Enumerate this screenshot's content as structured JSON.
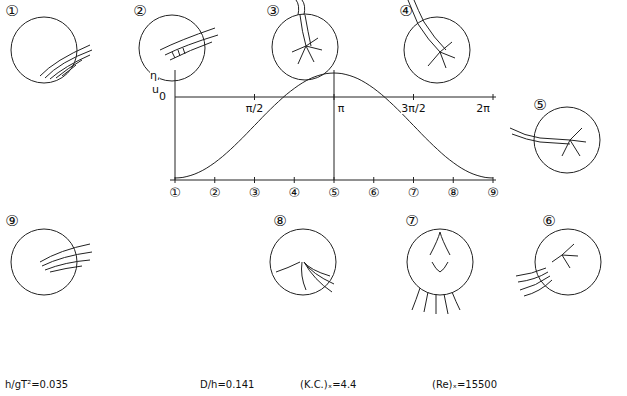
{
  "diagram": {
    "labels": [
      "①",
      "②",
      "③",
      "④",
      "⑤",
      "⑥",
      "⑦",
      "⑧",
      "⑨",
      "η,",
      "u",
      "0",
      "π/2",
      "π",
      "3π/2",
      "2π",
      "①",
      "②",
      "③",
      "④",
      "⑤",
      "⑥",
      "⑦",
      "⑧",
      "⑨",
      "h/gT²=0.035",
      "D/h=0.141",
      "(K.C.)ₓ=4.4",
      "(Re)ₓ=15500"
    ]
  }
}
